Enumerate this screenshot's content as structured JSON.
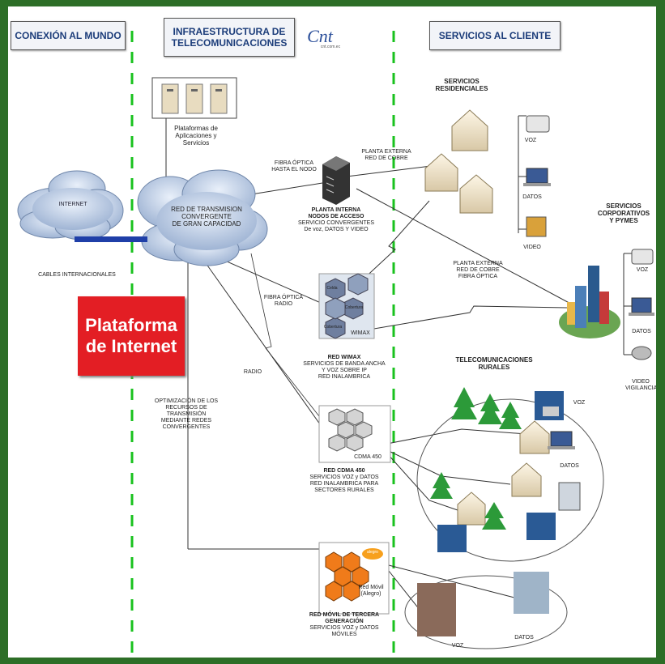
{
  "headers": {
    "mundo": "CONEXIÓN AL MUNDO",
    "infra_line1": "INFRAESTRUCTURA DE",
    "infra_line2": "TELECOMUNICACIONES",
    "servicios": "SERVICIOS AL CLIENTE"
  },
  "logo": {
    "text": "Cnt",
    "sub": "cnt.com.ec"
  },
  "world": {
    "internet": "INTERNET",
    "cables": "CABLES INTERNACIONALES",
    "plataforma_line1": "Plataforma",
    "plataforma_line2": "de Internet"
  },
  "infra": {
    "plataformas": [
      "Plataformas de",
      "Aplicaciones y",
      "Servicios"
    ],
    "red_transmision": [
      "RED DE TRANSMISION",
      "CONVERGENTE",
      "DE GRAN CAPACIDAD"
    ],
    "optimizacion": [
      "OPTIMIZACIÓN DE LOS",
      "RECURSOS DE",
      "TRANSMISIÓN",
      "MEDIANTE REDES",
      "CONVERGENTES"
    ],
    "fibra_nodo": [
      "FIBRA ÓPTICA",
      "HASTA EL NODO"
    ],
    "fibra_radio": [
      "FIBRA ÓPTICA",
      "RADIO"
    ],
    "radio": "RADIO",
    "planta_interna": [
      "PLANTA INTERNA",
      "NODOS DE ACCESO",
      "SERVICIO CONVERGENTES",
      "De voz, DATOS Y VIDEO"
    ],
    "red_wimax": [
      "RED WIMAX",
      "SERVICIOS DE BANDA ANCHA",
      "Y VOZ SOBRE IP",
      "RED INALAMBRICA"
    ],
    "wimax_tag": "WIMAX",
    "wimax_cells": [
      "Celda",
      "Cobertura",
      "Cobertura"
    ],
    "red_cdma": [
      "RED CDMA 450",
      "SERVICIOS VOZ y DATOS",
      "RED INALAMBRICA PARA",
      "SECTORES RURALES"
    ],
    "cdma_tag": "CDMA 450",
    "red_movil": [
      "RED MÓVIL DE TERCERA",
      "GENERACIÓN",
      "SERVICIOS VOZ y DATOS",
      "MÓVILES"
    ],
    "movil_tag": [
      "Red Móvil",
      "(Alegro)"
    ],
    "alegro": "alegro"
  },
  "clientes": {
    "residenciales": [
      "SERVICIOS",
      "RESIDENCIALES"
    ],
    "planta_externa_cobre": [
      "PLANTA EXTERNA",
      "RED DE COBRE"
    ],
    "voz": "VOZ",
    "datos": "DATOS",
    "video": "VIDEO",
    "planta_externa_fibra": [
      "PLANTA EXTERNA",
      "RED DE COBRE",
      "FIBRA ÓPTICA"
    ],
    "corporativos": [
      "SERVICIOS",
      "CORPORATIVOS",
      "Y PYMES"
    ],
    "corp_voz": "VOZ",
    "corp_datos": "DATOS",
    "corp_video": [
      "VIDEO",
      "VIGILANCIA"
    ],
    "rurales": [
      "TELECOMUNICACIONES",
      "RURALES"
    ],
    "rural_voz": "VOZ",
    "rural_datos": "DATOS",
    "movil_voz": "VOZ",
    "movil_datos": "DATOS"
  },
  "colors": {
    "frame": "#2d6e27",
    "divider": "#19c21e",
    "plataforma": "#e31e24",
    "header_text": "#1c3d7a",
    "cable": "#1f3fa8"
  }
}
